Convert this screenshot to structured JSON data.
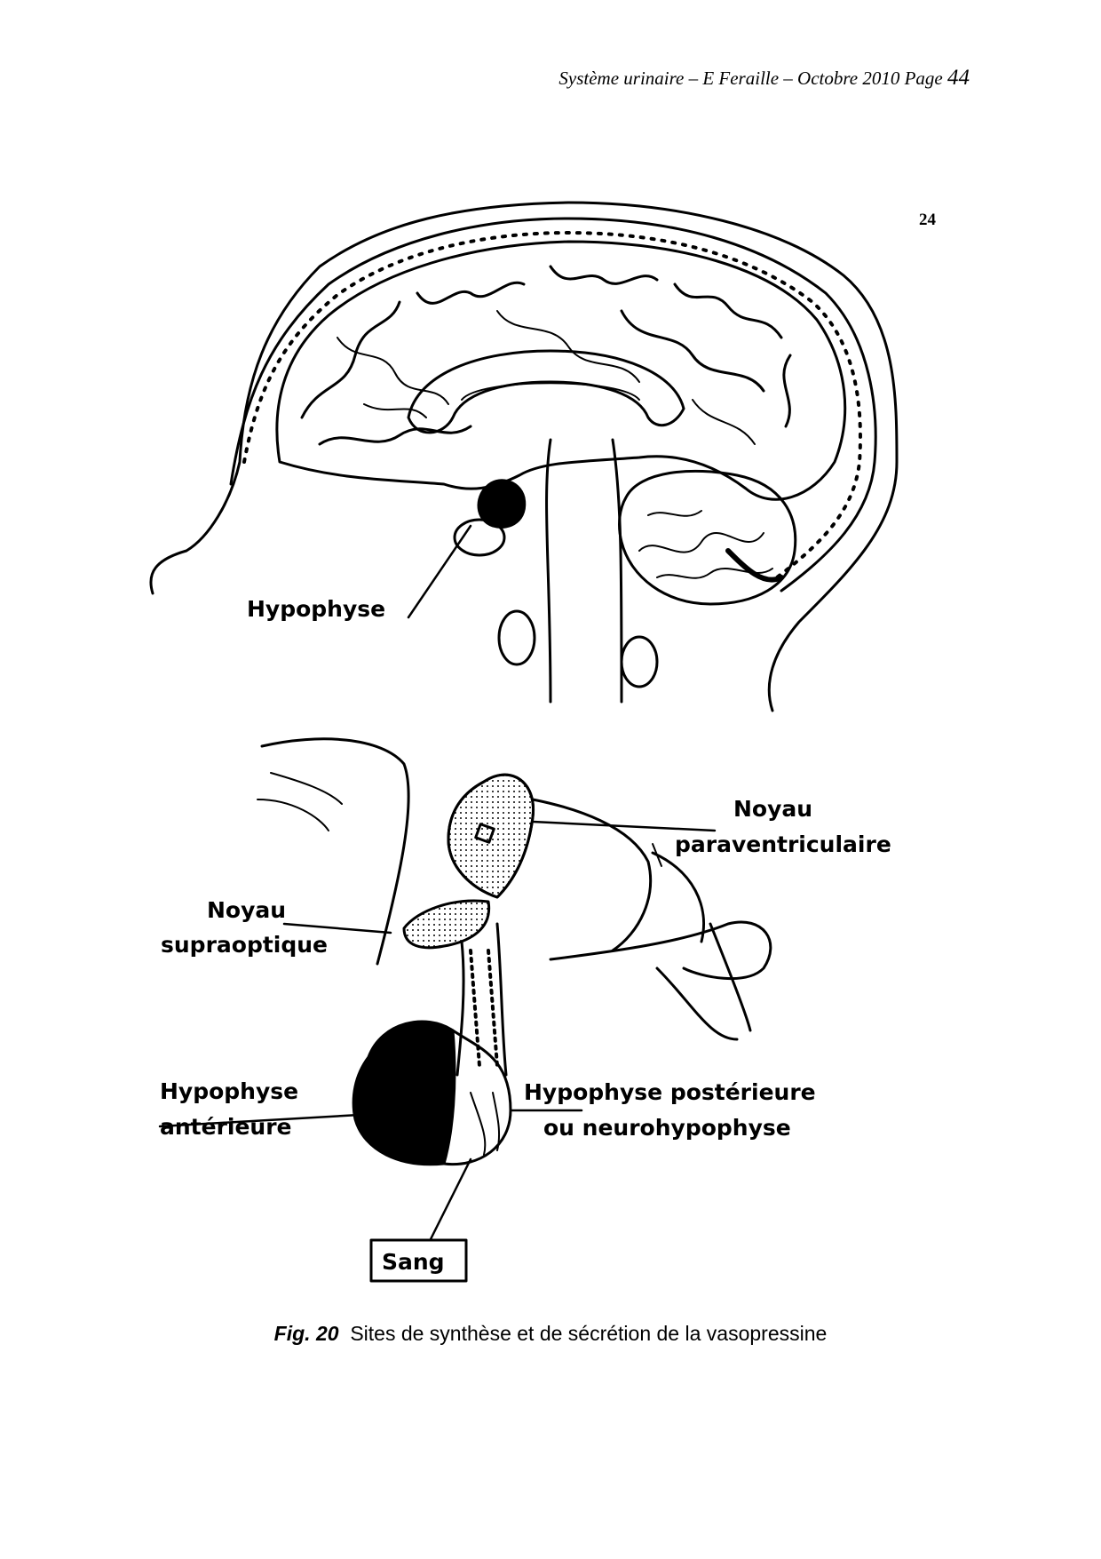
{
  "header": {
    "running_title": "Système urinaire – E Feraille – Octobre 2010  Page ",
    "page_number": "44"
  },
  "plate_number": "24",
  "labels": {
    "hypophyse": "Hypophyse",
    "noyau_pv_1": "Noyau",
    "noyau_pv_2": "paraventriculaire",
    "noyau_so_1": "Noyau",
    "noyau_so_2": "supraoptique",
    "hyp_ant_1": "Hypophyse",
    "hyp_ant_2": "antérieure",
    "hyp_post_1": "Hypophyse postérieure",
    "hyp_post_2": "ou neurohypophyse",
    "sang": "Sang"
  },
  "caption": {
    "fig_label": "Fig. 20",
    "text": "Sites de synthèse et de sécrétion de la vasopressine"
  }
}
